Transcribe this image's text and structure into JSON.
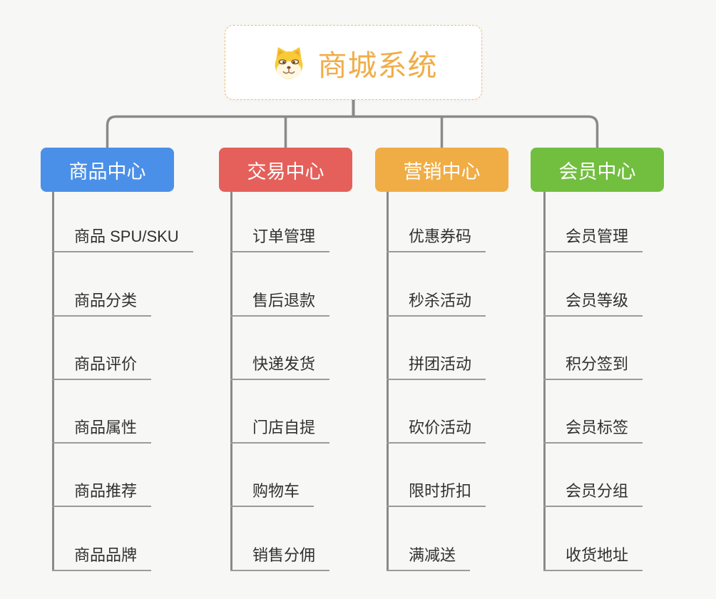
{
  "root": {
    "title": "商城系统",
    "icon": "shiba-dog-icon"
  },
  "branches": [
    {
      "id": "goods",
      "label": "商品中心",
      "color": "#4B90E8",
      "items": [
        "商品 SPU/SKU",
        "商品分类",
        "商品评价",
        "商品属性",
        "商品推荐",
        "商品品牌"
      ]
    },
    {
      "id": "trade",
      "label": "交易中心",
      "color": "#E5605A",
      "items": [
        "订单管理",
        "售后退款",
        "快递发货",
        "门店自提",
        "购物车",
        "销售分佣"
      ]
    },
    {
      "id": "marketing",
      "label": "营销中心",
      "color": "#F0AD45",
      "items": [
        "优惠券码",
        "秒杀活动",
        "拼团活动",
        "砍价活动",
        "限时折扣",
        "满减送"
      ]
    },
    {
      "id": "member",
      "label": "会员中心",
      "color": "#72BF3F",
      "items": [
        "会员管理",
        "会员等级",
        "积分签到",
        "会员标签",
        "会员分组",
        "收货地址"
      ]
    }
  ],
  "palette": {
    "background": "#F7F7F6",
    "connector_line": "#8A8A8A",
    "leaf_underline": "#9B9B9B",
    "leaf_text": "#303030",
    "root_text": "#F0AD49",
    "root_border": "#F2C06A"
  }
}
